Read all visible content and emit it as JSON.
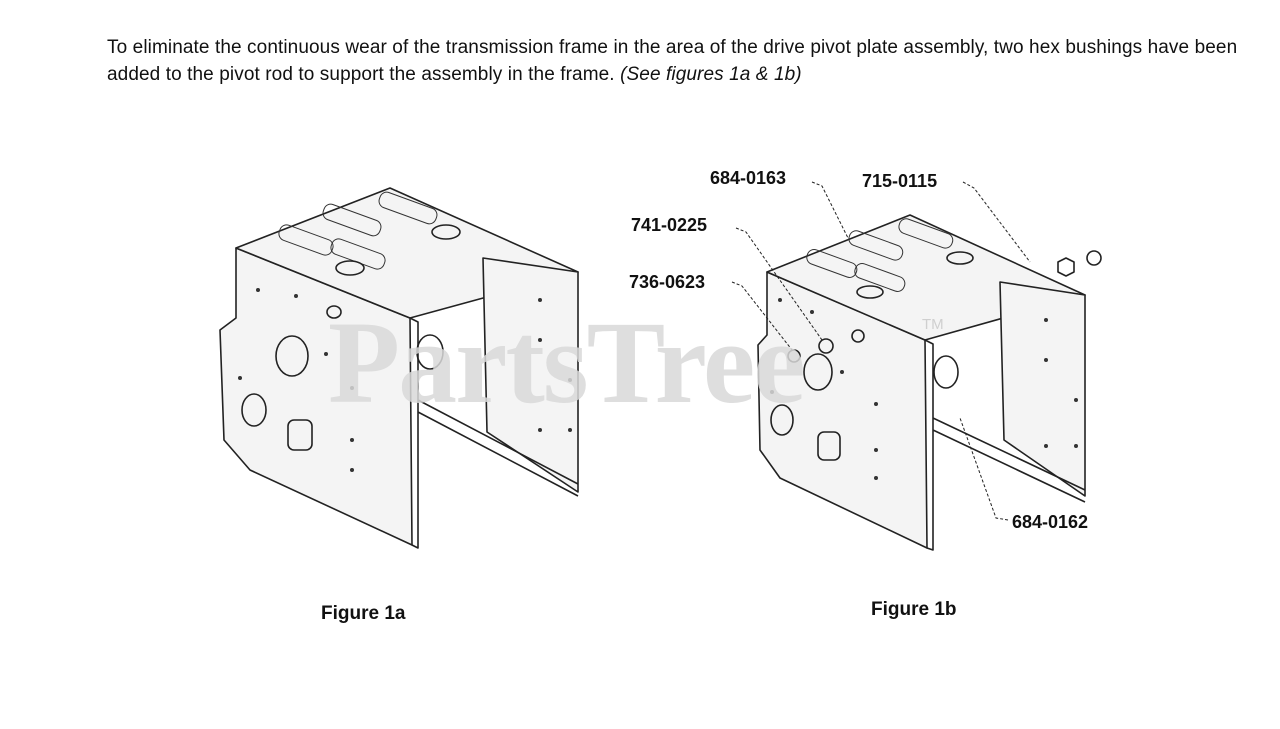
{
  "intro": {
    "text": "To eliminate the continuous wear of the transmission frame in the area of the drive pivot plate assembly, two hex bushings have been added to the pivot rod to support the assembly in the frame.",
    "figure_ref": "(See figures 1a & 1b)"
  },
  "figures": {
    "fig1a_caption": "Figure 1a",
    "fig1b_caption": "Figure 1b"
  },
  "part_labels": {
    "p684_0163": "684-0163",
    "p715_0115": "715-0115",
    "p741_0225": "741-0225",
    "p736_0623": "736-0623",
    "p684_0162": "684-0162"
  },
  "watermark": {
    "brand": "PartsTree",
    "tm": "TM"
  }
}
